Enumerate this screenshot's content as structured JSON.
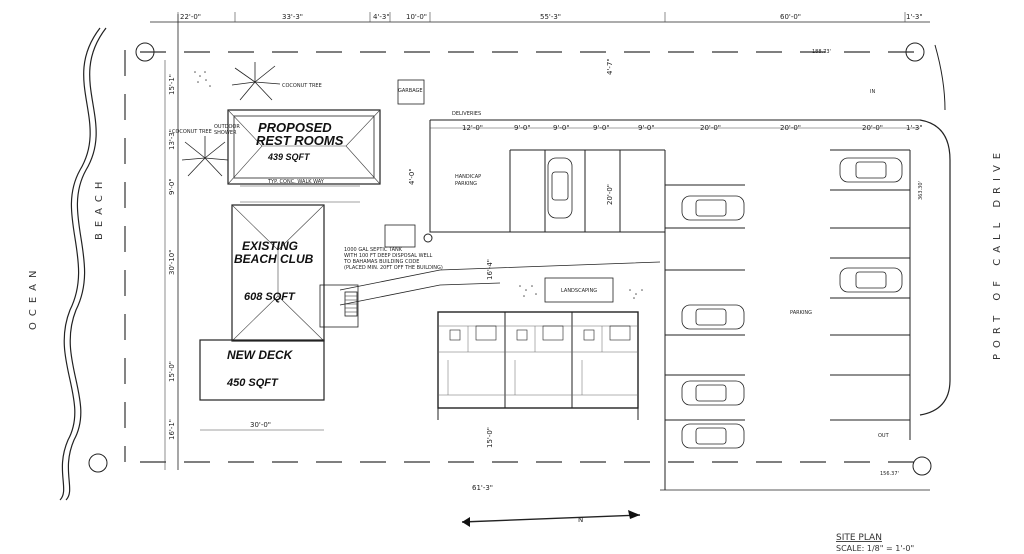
{
  "drawing": {
    "proposed_rest_rooms": [
      "PROPOSED",
      "REST ROOMS"
    ],
    "rest_rooms_area": "439 SQFT",
    "existing_beach_club": [
      "EXISTING",
      "BEACH CLUB"
    ],
    "beach_club_area": "608 SQFT",
    "new_deck": "NEW DECK",
    "deck_area": "450 SQFT",
    "ocean": "OCEAN",
    "beach": "BEACH",
    "road": "PORT OF CALL DRIVE",
    "title": "SITE PLAN",
    "scale": "SCALE: 1/8\" = 1'-0\"",
    "north_label": "N",
    "labels": {
      "garbage": "GARBAGE",
      "deliveries": "DELIVERIES",
      "handicap_parking": [
        "HANDICAP",
        "PARKING"
      ],
      "landscaping": "LANDSCAPING",
      "parking": "PARKING",
      "in": "IN",
      "out": "OUT",
      "coconut_tree_1": "COCONUT TREE",
      "coconut_tree_2": "COCONUT TREE",
      "outdoor_shower": [
        "OUTDOOR",
        "SHOWER"
      ],
      "walkway": "TYP. CONC. WALK WAY",
      "septic_note": [
        "1000 GAL SEPTIC TANK",
        "WITH 100 FT DEEP DISPOSAL WELL",
        "TO BAHAMAS BUILDING CODE",
        "(PLACED MIN. 20FT OFF THE BUILDING)"
      ]
    },
    "dimensions": {
      "top": [
        "22'-0\"",
        "33'-3\"",
        "4'-3\"",
        "10'-0\"",
        "55'-3\"",
        "60'-0\"",
        "1'-3\""
      ],
      "left": [
        "15'-1\"",
        "13'-3\"",
        "9'-0\"",
        "30'-10\"",
        "15'-0\"",
        "16'-1\""
      ],
      "parking_row": [
        "12'-0\"",
        "9'-0\"",
        "9'-0\"",
        "9'-0\"",
        "9'-0\"",
        "20'-0\"",
        "20'-0\"",
        "20'-0\"",
        "1'-3\""
      ],
      "deck_width": "30'-0\"",
      "bottom_right": "61'-3\"",
      "misc": [
        "4'-7\"",
        "20'-0\"",
        "16'-4\"",
        "15'-0\"",
        "4'-0\"",
        "188.73'",
        "156.37'",
        "363.30'"
      ]
    }
  }
}
